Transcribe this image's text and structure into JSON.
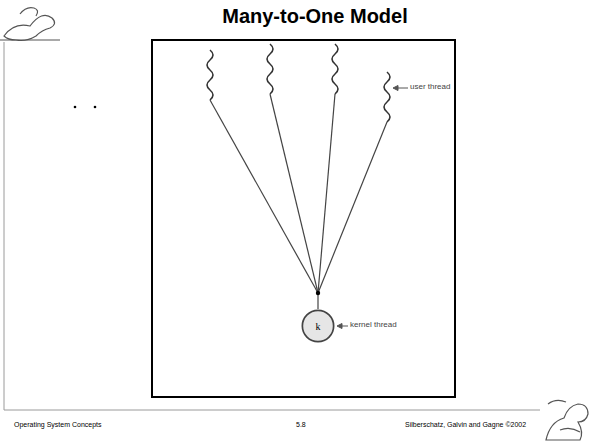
{
  "diagram": {
    "title": "Many-to-One Model",
    "nodes": [
      {
        "text": [
          "k"
        ]
      }
    ],
    "labels": [
      "user thread",
      "kernel thread",
      "Operating System Concepts",
      "5.8",
      "Silberschatz, Galvin and Gagne ©2002"
    ]
  }
}
